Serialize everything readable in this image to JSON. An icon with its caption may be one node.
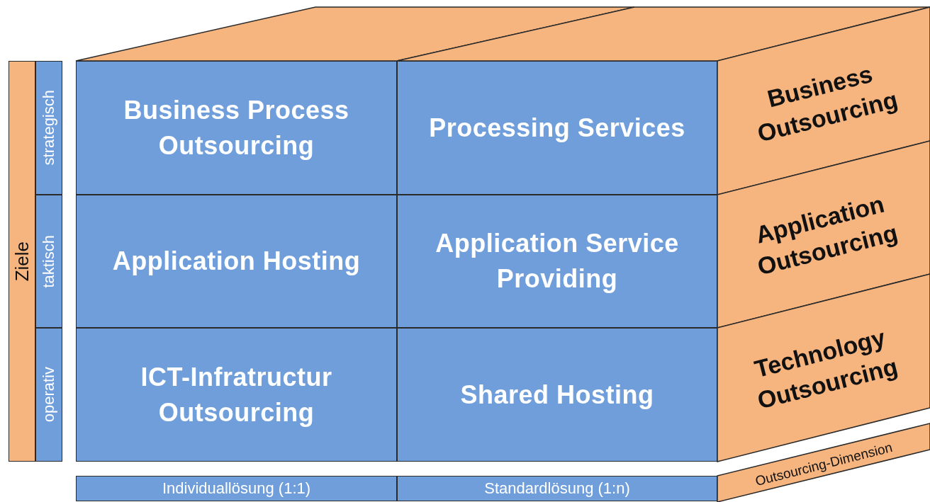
{
  "diagram": {
    "nodes": [
      {
        "text": [
          "Ziele"
        ]
      },
      {
        "text": [
          "strategisch"
        ]
      },
      {
        "text": [
          "taktisch"
        ]
      },
      {
        "text": [
          "operativ"
        ]
      },
      {
        "text": [
          "Business Process Outsourcing"
        ]
      },
      {
        "text": [
          "Processing Services"
        ]
      },
      {
        "text": [
          "Application Hosting"
        ]
      },
      {
        "text": [
          "Application Service Providing"
        ]
      },
      {
        "text": [
          "ICT-Infratructur Outsourcing"
        ]
      },
      {
        "text": [
          "Shared Hosting"
        ]
      },
      {
        "text": [
          "Business Outsourcing"
        ]
      },
      {
        "text": [
          "Application Outsourcing"
        ]
      },
      {
        "text": [
          "Technology Outsourcing"
        ]
      },
      {
        "text": [
          "Individuallösung (1:1)"
        ]
      },
      {
        "text": [
          "Standardlösung (1:n)"
        ]
      },
      {
        "text": [
          "Outsourcing-Dimension"
        ]
      }
    ],
    "edges": []
  }
}
